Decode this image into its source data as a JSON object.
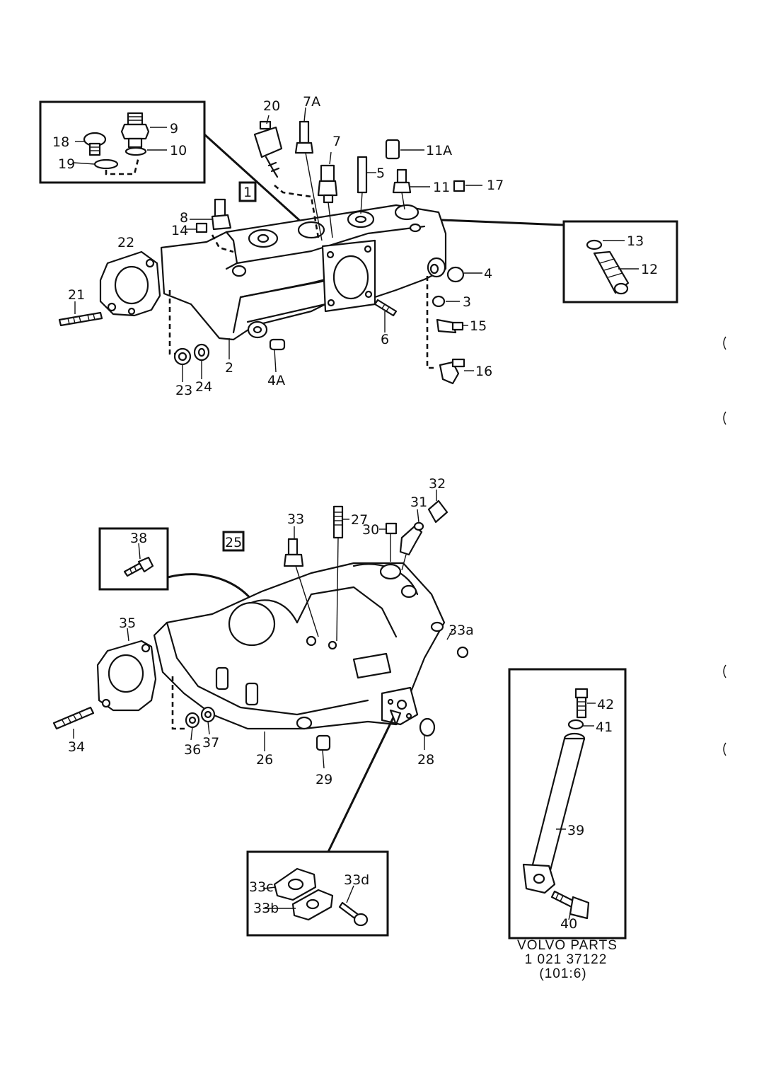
{
  "labels": {
    "l20": "20",
    "l7a": "7A",
    "l7": "7",
    "l5": "5",
    "l11a": "11A",
    "l11": "11",
    "l17": "17",
    "l9": "9",
    "l18": "18",
    "l10": "10",
    "l19": "19",
    "l1": "1",
    "l8": "8",
    "l14": "14",
    "l22": "22",
    "l21": "21",
    "l13": "13",
    "l12": "12",
    "l4": "4",
    "l3": "3",
    "l15": "15",
    "l6": "6",
    "l16": "16",
    "l2": "2",
    "l4a": "4A",
    "l23": "23",
    "l24": "24",
    "l32": "32",
    "l31": "31",
    "l33": "33",
    "l27": "27",
    "l30": "30",
    "l38": "38",
    "l25": "25",
    "l35": "35",
    "l33a": "33a",
    "l34": "34",
    "l36": "36",
    "l37": "37",
    "l26": "26",
    "l29": "29",
    "l28": "28",
    "l42": "42",
    "l41": "41",
    "l39": "39",
    "l40": "40",
    "l33c": "33c",
    "l33d": "33d",
    "l33b": "33b"
  },
  "footer": {
    "line1": "VOLVO PARTS",
    "line2": "1 021 37122",
    "line3": "(101:6)"
  }
}
